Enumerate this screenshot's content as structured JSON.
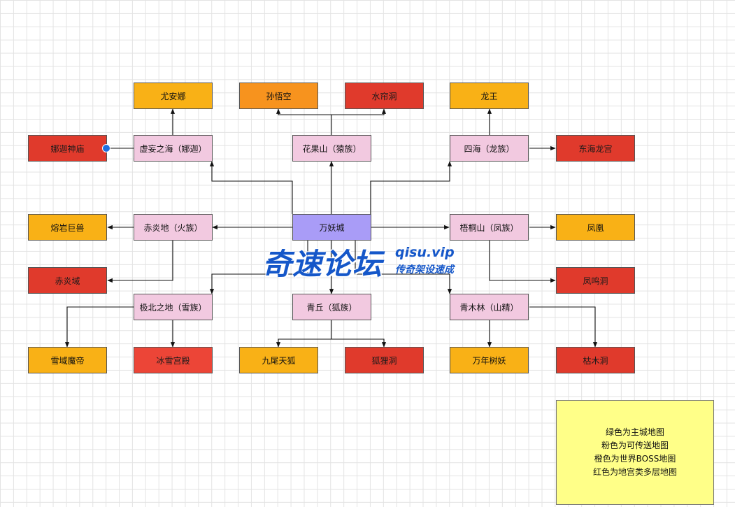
{
  "nodes": {
    "main_city": "万妖城",
    "xuwang_sea": "虚妄之海（娜迦）",
    "huaguo_mountain": "花果山（猿族）",
    "sihai": "四海（龙族）",
    "chiyan_land": "赤炎地（火族）",
    "wutong_mountain": "梧桐山（凤族）",
    "jibei_land": "极北之地（雪族）",
    "qingqiu": "青丘（狐族）",
    "qingmu_forest": "青木林（山精）",
    "youanna": "尤安娜",
    "sunwukong": "孙悟空",
    "shuilian_cave": "水帘洞",
    "longwang": "龙王",
    "naga_temple": "娜迦神庙",
    "donghai_palace": "东海龙宫",
    "lava_beast": "熔岩巨兽",
    "fenghuang": "凤凰",
    "chiyan_domain": "赤炎域",
    "fengming_cave": "凤鸣洞",
    "snow_demon": "雪域魔帝",
    "ice_palace": "冰雪宫殿",
    "nine_tail_fox": "九尾天狐",
    "fox_cave": "狐狸洞",
    "tree_demon": "万年树妖",
    "kumu_cave": "枯木洞"
  },
  "legend": {
    "line1": "绿色为主城地图",
    "line2": "粉色为可传送地图",
    "line3": "橙色为世界BOSS地图",
    "line4": "红色为地宫类多层地图"
  },
  "watermark": {
    "main": "奇速论坛",
    "site": "qisu.vip",
    "tag": "传奇架设速成"
  },
  "colors": {
    "main_city": "#a99cf7",
    "teleport_map": "#f2c9e0",
    "world_boss": "#f9b116",
    "dungeon": "#e03a2c",
    "legend_bg": "#ffff88",
    "connector": "#111111",
    "watermark": "#1557c9"
  }
}
